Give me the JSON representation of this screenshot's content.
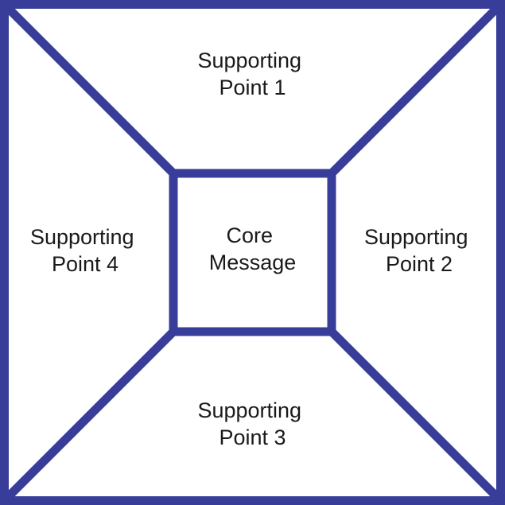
{
  "diagram": {
    "colors": {
      "accent": "#383D99",
      "text": "#1A1A1A",
      "background": "#FFFFFF"
    },
    "center_box": {
      "line1": "Core",
      "line2": "Message"
    },
    "sections": {
      "top": {
        "line1": "Supporting",
        "line2": "Point 1"
      },
      "right": {
        "line1": "Supporting",
        "line2": "Point 2"
      },
      "bottom": {
        "line1": "Supporting",
        "line2": "Point 3"
      },
      "left": {
        "line1": "Supporting",
        "line2": "Point 4"
      }
    }
  }
}
